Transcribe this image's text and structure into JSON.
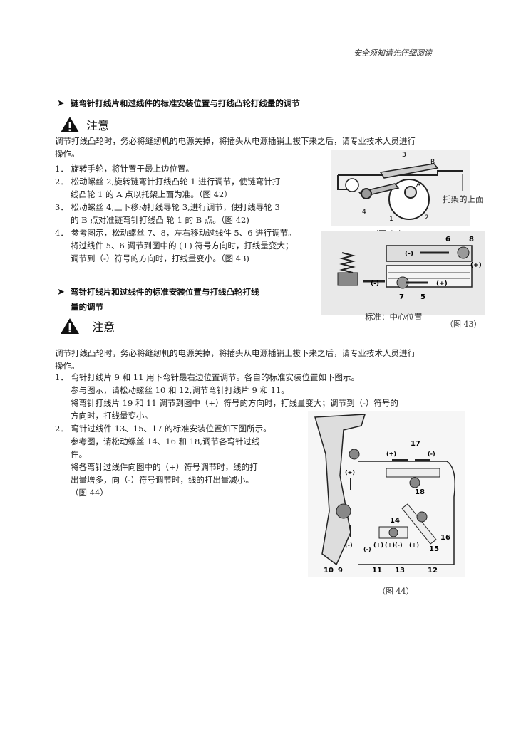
{
  "header": "安全须知请先仔细阅读",
  "section1": {
    "title": "链弯针打线片和过线件的标准安装位置与打线凸轮打线量的调节",
    "caution": "注意",
    "intro1": "调节打线凸轮时，务必将缝纫机的电源关掉，将插头从电源插销上拔下来之后，请专业技术人员进行",
    "intro2": "操作。",
    "s1": "1．  旋转手轮，将针置于最上边位置。",
    "s2a": "2．  松动螺丝 2,旋转链弯针打线凸轮 1 进行调节，使链弯针打",
    "s2b": "线凸轮 1 的 A 点以托架上面为准。（图 42）",
    "s3a": "3．  松动螺丝 4,上下移动打线导轮 3,进行调节，使打线导轮 3",
    "s3b": "的 B 点对准链弯针打线凸  轮 1 的 B 点。（图 42)",
    "s4a": "4．  参考图示，松动螺丝 7、8，左右移动过线件 5、6 进行调节。",
    "s4b": "将过线件 5、6 调节到图中的 (+) 符号方向时，打线量变大；",
    "s4c": "调节到（-）符号的方向时，打线量变小。（图 43)"
  },
  "fig42": {
    "caption": "（图  42）",
    "label_bracket": "托架的上面",
    "labels": [
      "3",
      "B",
      "A",
      "4",
      "1",
      "2"
    ]
  },
  "fig43": {
    "caption": "（图  43）",
    "label_standard": "标准：中心位置",
    "labels": [
      "6",
      "8",
      "(-)",
      "(+)",
      "(-)",
      "(+)",
      "7",
      "5"
    ]
  },
  "section2": {
    "title1": "弯针打线片和过线件的标准安装位置与打线凸轮打线",
    "title2": "量的调节",
    "caution": "注意",
    "intro1": "调节打线凸轮时，务必将缝纫机的电源关掉，将插头从电源插销上拔下来之后，请专业技术人员进行",
    "intro2": "操作。",
    "s1a": "1．  弯针打线片 9 和 11 用下弯针最右边位置调节。各自的标准安装位置如下图示。",
    "s1b": "参与图示，请松动螺丝 10 和 12,调节弯针打线片 9 和 11。",
    "s1c": "将弯针打线片 19 和 11 调节到图中（+）符号的方向时，打线量变大；调节到（-）符号的",
    "s1d": "方向时，打线量变小。",
    "s2a": "2．  弯针过线件 13、15、17 的标准安装位置如下图所示。",
    "s2b": "参考图，请松动螺丝 14、16 和 18,调节各弯针过线",
    "s2c": "件。",
    "s2d": "将各弯针过线件向图中的（+）符号调节时，线的打",
    "s2e": "出量增多，向（-）符号调节时，线的打出量减小。",
    "s2f": "（图 44）"
  },
  "fig44": {
    "caption": "（图  44）",
    "labels": [
      "17",
      "(+)",
      "(-)",
      "18",
      "(+)",
      "(-)",
      "16",
      "15",
      "14",
      "(+)",
      "(+)",
      "(-)",
      "(+)",
      "(-)",
      "10",
      "9",
      "11",
      "13",
      "12"
    ]
  }
}
